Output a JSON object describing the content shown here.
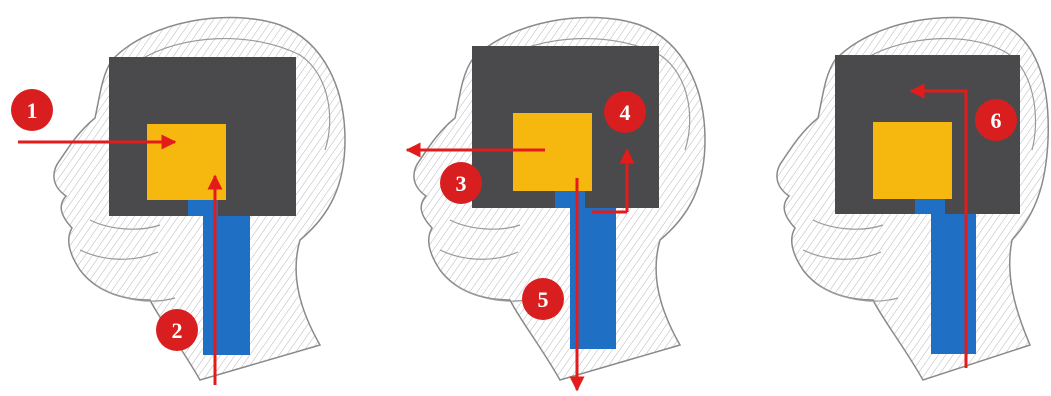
{
  "colors": {
    "arrow": "#e31b1b",
    "marker": "#d81e1e",
    "brain_block": "#4a4a4c",
    "core_block": "#f6b80f",
    "spine_block": "#1f6fc4",
    "sketch": "#8a8a8a"
  },
  "panels": [
    {
      "markers": [
        {
          "label": "1"
        },
        {
          "label": "2"
        }
      ]
    },
    {
      "markers": [
        {
          "label": "3"
        },
        {
          "label": "4"
        },
        {
          "label": "5"
        }
      ]
    },
    {
      "markers": [
        {
          "label": "6"
        }
      ]
    }
  ]
}
